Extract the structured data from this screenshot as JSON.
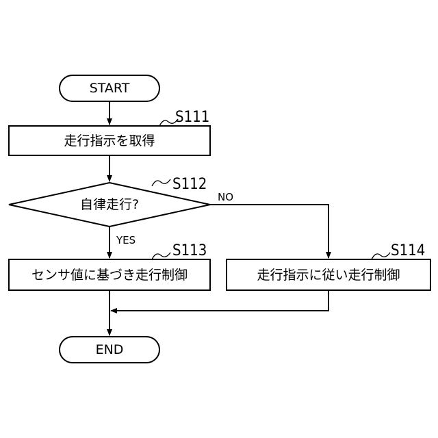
{
  "flowchart": {
    "start": {
      "label": "START"
    },
    "end": {
      "label": "END"
    },
    "steps": {
      "s111": {
        "tag": "S111",
        "label": "走行指示を取得"
      },
      "s112": {
        "tag": "S112",
        "label": "自律走行?",
        "yes": "YES",
        "no": "NO"
      },
      "s113": {
        "tag": "S113",
        "label": "センサ値に基づき走行制御"
      },
      "s114": {
        "tag": "S114",
        "label": "走行指示に従い走行制御"
      }
    }
  }
}
